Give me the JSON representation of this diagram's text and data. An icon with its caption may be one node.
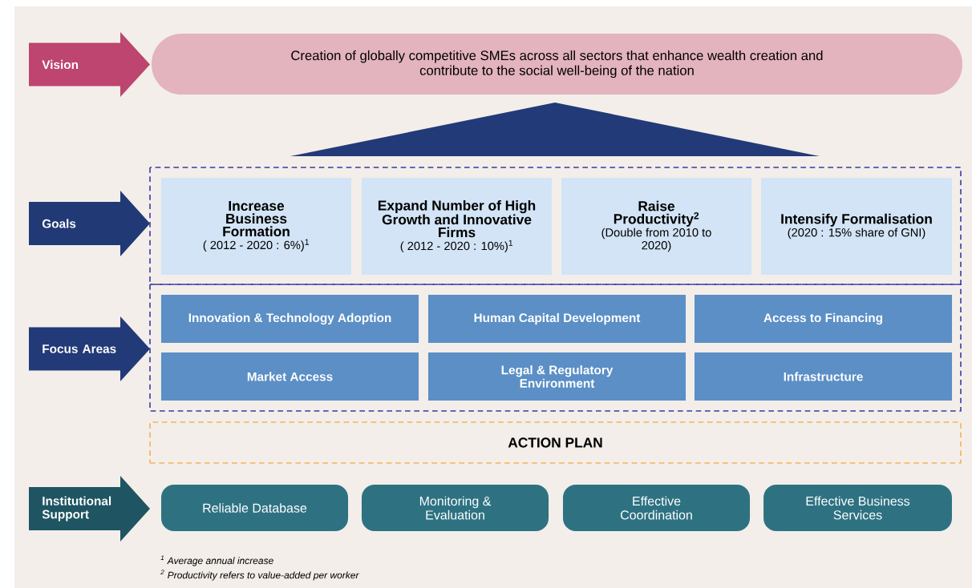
{
  "diagram": {
    "nodes": [
      {
        "text": [
          "Vision"
        ]
      },
      {
        "text": [
          "Creation of globally competitive SMEs across all sectors that enhance wealth creation and contribute to the social well-being of the nation"
        ]
      },
      {
        "text": [],
        "shape": "triangle"
      },
      {
        "text": [
          "Goals"
        ]
      },
      {
        "text": [],
        "shape": "box"
      },
      {
        "text": [
          "Increase Business Formation",
          "( 2012 - 2020 : 6%)$^{1}$"
        ],
        "in": 4
      },
      {
        "text": [
          "Expand Number of High Growth and Innovative Firms",
          "( 2012 - 2020 : 10%)$^{1}$"
        ],
        "in": 4
      },
      {
        "text": [
          "Raise Productivity$^{2}$",
          "(Double from 2010 to 2020)"
        ],
        "in": 4
      },
      {
        "text": [
          "Intensify Formalisation",
          "(2020 : 15% share of GNI)"
        ],
        "in": 4
      },
      {
        "text": [
          "Focus Areas"
        ]
      },
      {
        "text": [],
        "shape": "box"
      },
      {
        "text": [
          "Innovation & Technology Adoption"
        ],
        "in": 10
      },
      {
        "text": [
          "Human Capital Development"
        ],
        "in": 10
      },
      {
        "text": [
          "Access to Financing"
        ],
        "in": 10
      },
      {
        "text": [
          "Market Access"
        ],
        "in": 10
      },
      {
        "text": [
          "Legal & Regulatory Environment"
        ],
        "in": 10
      },
      {
        "text": [
          "Infrastructure"
        ],
        "in": 10
      },
      {
        "text": [
          "ACTION PLAN"
        ]
      },
      {
        "text": [
          "Institutional Support"
        ]
      },
      {
        "text": [
          "Reliable Database"
        ]
      },
      {
        "text": [
          "Monitoring & Evaluation"
        ]
      },
      {
        "text": [
          "Effective Coordination"
        ]
      },
      {
        "text": [
          "Effective Business Services"
        ]
      }
    ],
    "labels": [
      "$^{1}$ Average annual increase",
      "$^{2}$ Productivity refers to value-added per worker"
    ]
  }
}
